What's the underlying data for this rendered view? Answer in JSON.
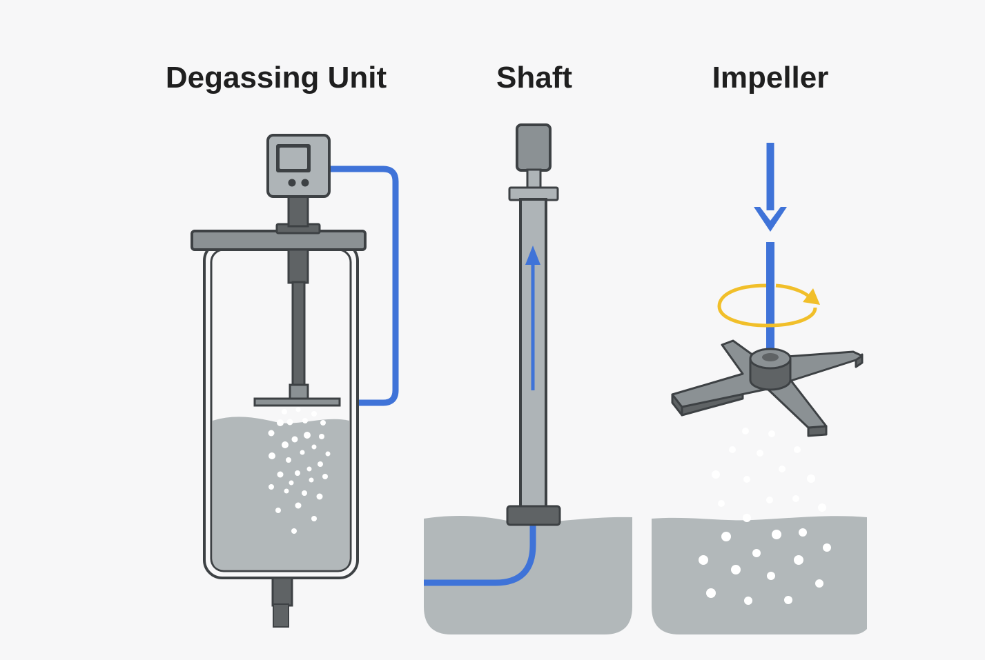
{
  "panels": [
    {
      "title": "Degassing Unit"
    },
    {
      "title": "Shaft"
    },
    {
      "title": "Impeller"
    }
  ],
  "colors": {
    "background": "#f7f7f8",
    "outline": "#3d4144",
    "metal_dark": "#5f6365",
    "metal": "#8b9194",
    "metal_light": "#aeb4b7",
    "liquid": "#b2b8ba",
    "flow_blue": "#3f73d8",
    "rotation_yellow": "#f1bf2a",
    "bubble": "#ffffff"
  },
  "icons": [
    "control-panel-icon",
    "flow-arrow-icon",
    "rotation-arrow-icon",
    "gas-bubble-icon"
  ]
}
